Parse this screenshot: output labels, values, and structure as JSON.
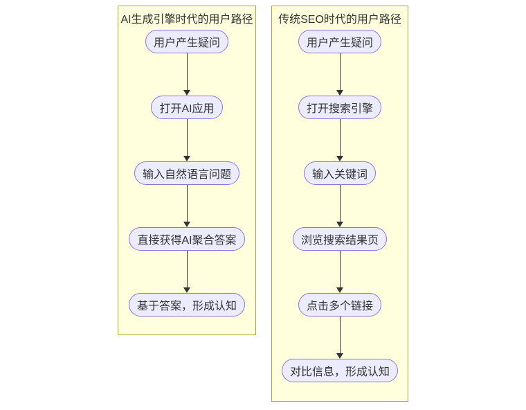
{
  "diagram": {
    "type": "flowchart-comparison",
    "colors": {
      "cluster_fill": "#ffffde",
      "cluster_border": "#aaaa33",
      "node_fill": "#ececff",
      "node_border": "#9370db",
      "arrow": "#333333",
      "text": "#333333",
      "background": "#ffffff"
    },
    "clusters": [
      {
        "title": "AI生成引擎时代的用户路径",
        "nodes": [
          "用户产生疑问",
          "打开AI应用",
          "输入自然语言问题",
          "直接获得AI聚合答案",
          "基于答案，形成认知"
        ]
      },
      {
        "title": "传统SEO时代的用户路径",
        "nodes": [
          "用户产生疑问",
          "打开搜索引擎",
          "输入关键词",
          "浏览搜索结果页",
          "点击多个链接",
          "对比信息，形成认知"
        ]
      }
    ]
  }
}
